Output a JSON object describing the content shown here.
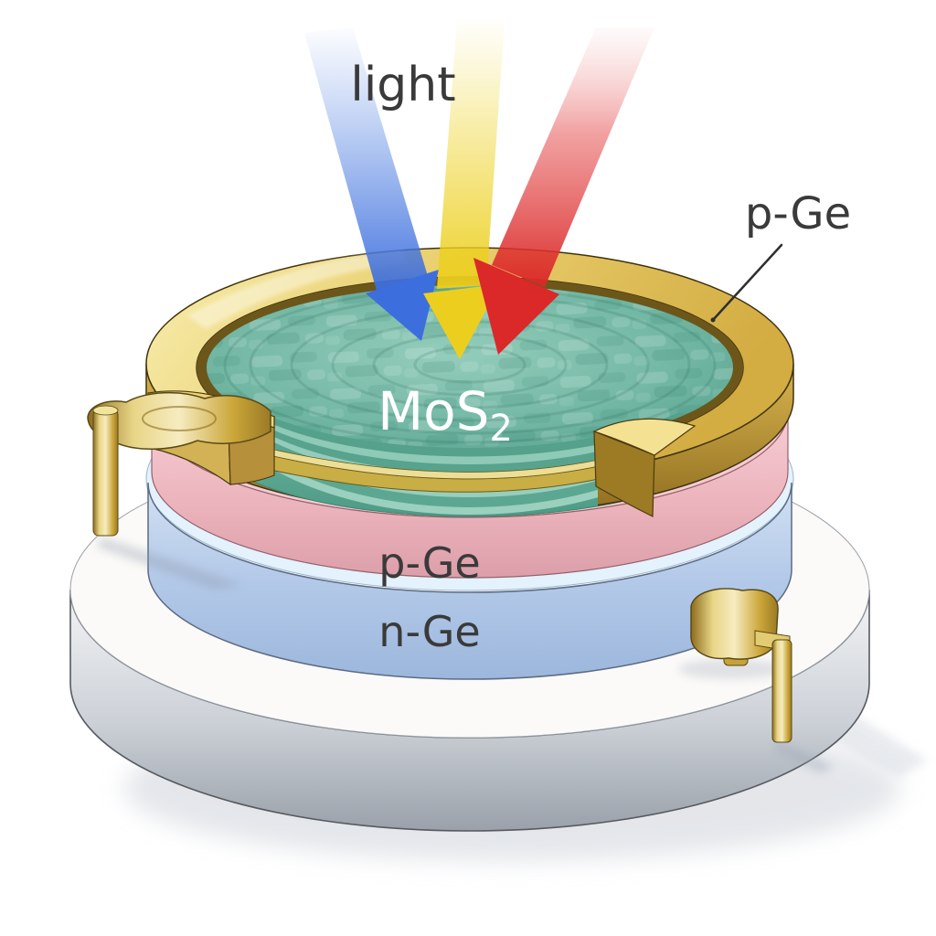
{
  "figure": {
    "type": "3d-device-schematic",
    "labels": {
      "light": "light",
      "callout_top_right": "p-Ge",
      "surface_main": "MoS",
      "surface_sub": "2",
      "middle_layer": "p-Ge",
      "bottom_layer": "n-Ge"
    },
    "colors": {
      "beam_blue": "#3d6ede",
      "beam_yellow": "#eccf1e",
      "beam_red": "#db2828",
      "electrode_gold": "#d9b44e",
      "mos2_surface_teal": "#6cb3a0",
      "p_ge_pink": "#e8aab4",
      "n_ge_blue": "#aec6e8",
      "substrate_white": "#fbfaf8",
      "label_color": "#3a3a3a",
      "surface_label_color": "#ffffff"
    }
  }
}
